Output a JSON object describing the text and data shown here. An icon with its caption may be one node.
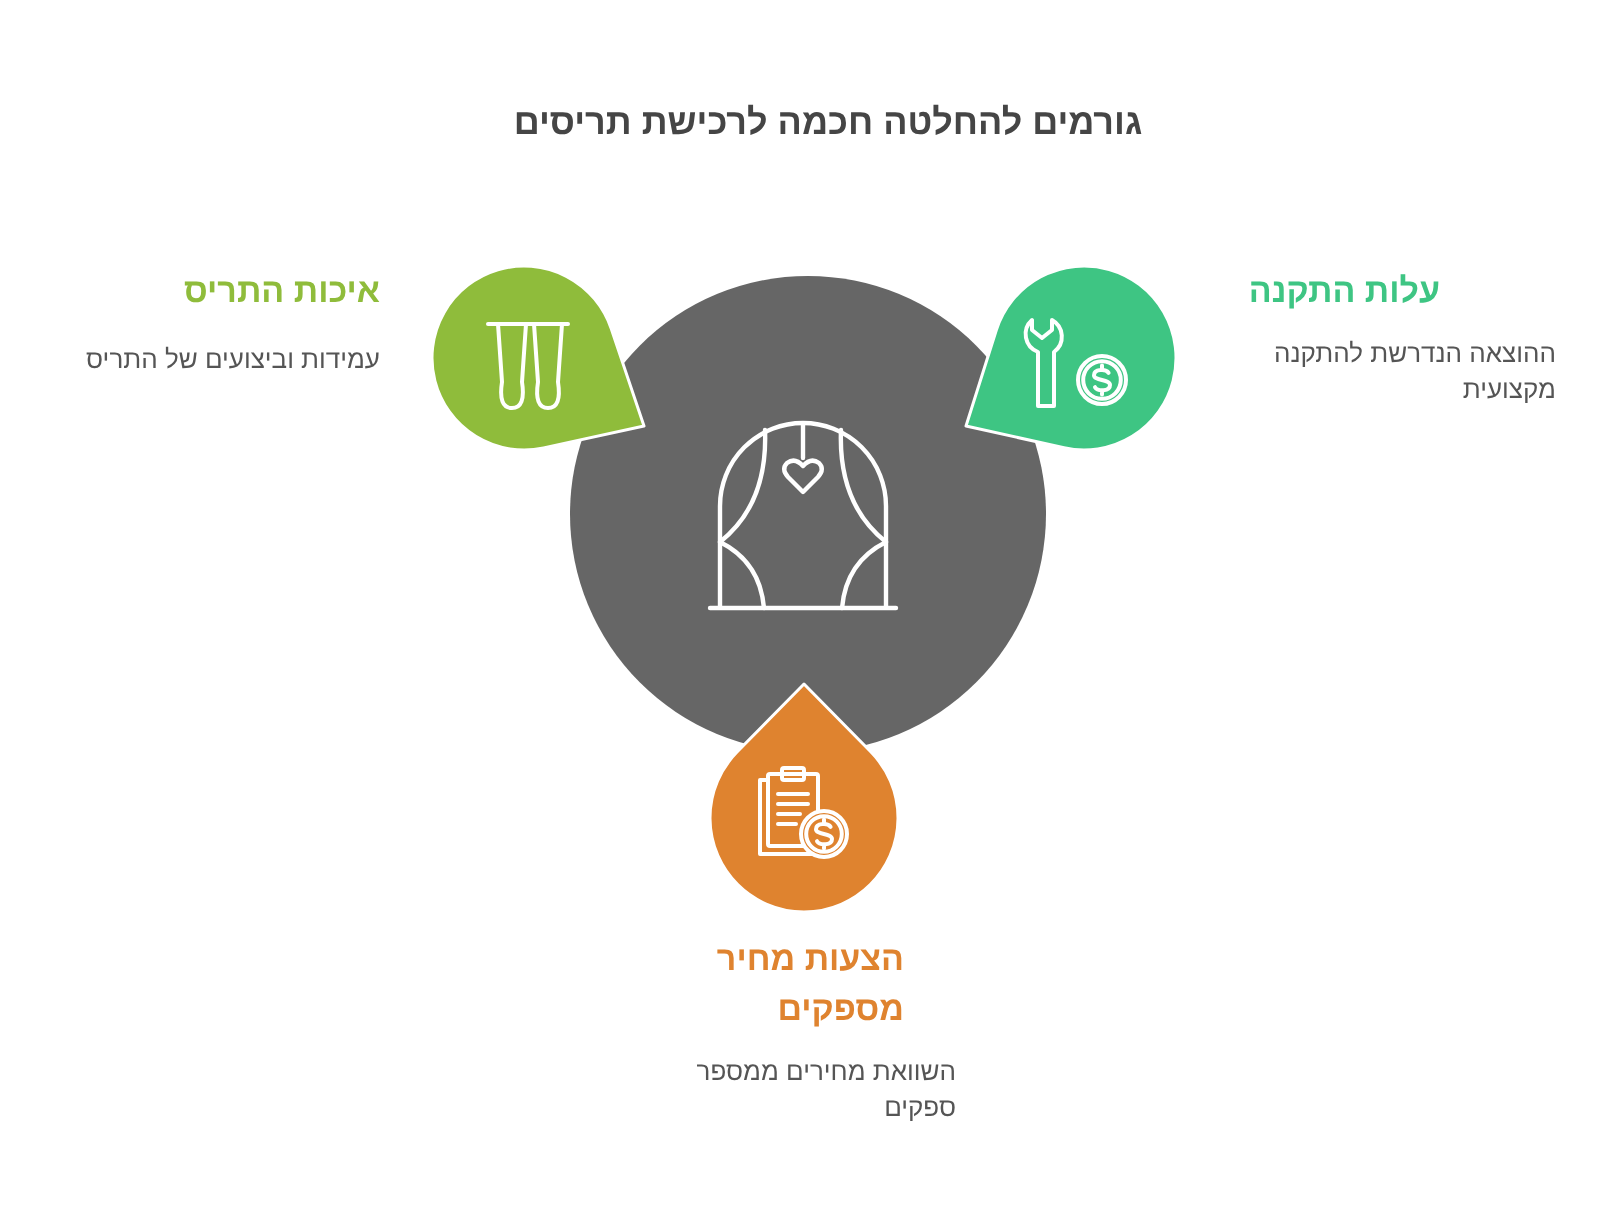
{
  "diagram": {
    "title": "גורמים להחלטה חכמה לרכישת תריסים",
    "nodes": [
      {
        "text": [],
        "shape": "circle"
      },
      {
        "text": [
          "עלות התקנה",
          "ההוצאה הנדרשת להתקנה מקצועית"
        ]
      },
      {
        "text": [
          "איכות התריס",
          "עמידות וביצועים של התריס"
        ]
      },
      {
        "text": [
          "הצעות מחיר מספקים",
          "השוואת מחירים ממספר ספקים"
        ]
      }
    ]
  }
}
